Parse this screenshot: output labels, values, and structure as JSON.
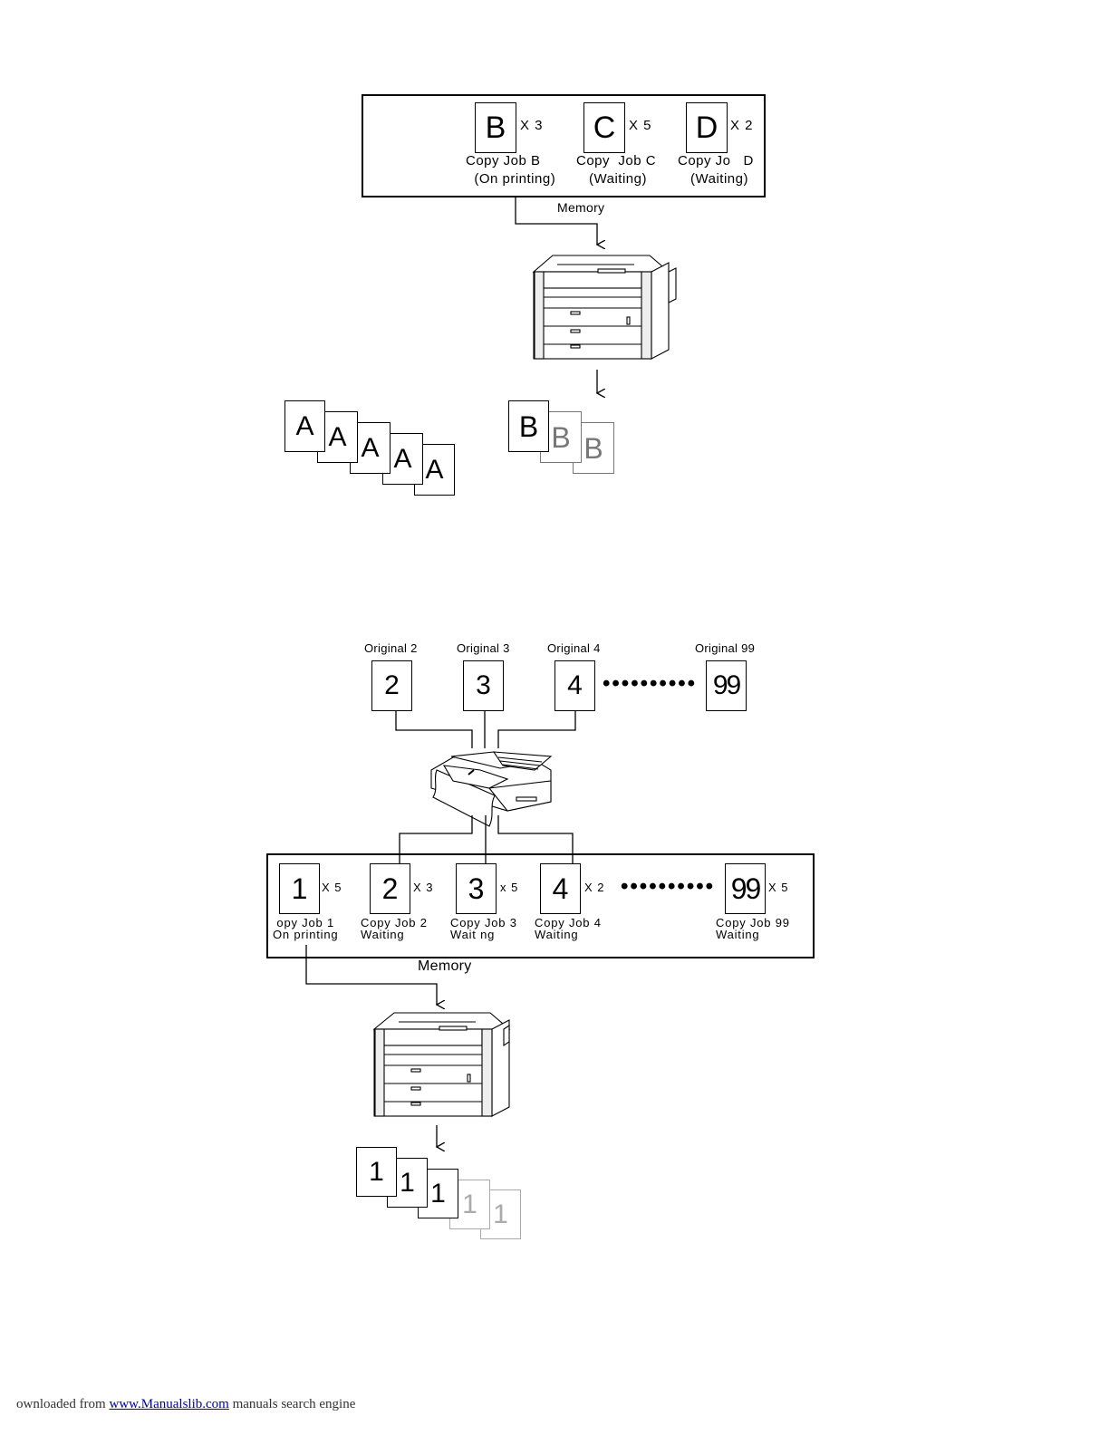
{
  "top": {
    "jobs": [
      {
        "letter": "B",
        "multiplier": "X 3",
        "caption": "Copy Job B\n  (On printing)"
      },
      {
        "letter": "C",
        "multiplier": "X 5",
        "caption": "Copy  Job C\n   (Waiting)"
      },
      {
        "letter": "D",
        "multiplier": "X 2",
        "caption": "Copy Jo   D\n   (Waiting)"
      }
    ],
    "memory_label": "Memory",
    "output_left": [
      "A",
      "A",
      "A",
      "A",
      "A"
    ],
    "output_right": [
      "B",
      "B",
      "B"
    ]
  },
  "bottom": {
    "originals": [
      {
        "label": "Original 2",
        "number": "2"
      },
      {
        "label": "Original 3",
        "number": "3"
      },
      {
        "label": "Original 4",
        "number": "4"
      },
      {
        "label": "Original 99",
        "number": "99"
      }
    ],
    "dots": "••••••••••",
    "jobs": [
      {
        "number": "1",
        "multiplier": "X 5",
        "caption": " opy Job 1\nOn printing"
      },
      {
        "number": "2",
        "multiplier": "X 3",
        "caption": "Copy Job 2\nWaiting"
      },
      {
        "number": "3",
        "multiplier": "x 5",
        "caption": "Copy Job 3\nWait ng"
      },
      {
        "number": "4",
        "multiplier": "X 2",
        "caption": "Copy Job 4\nWaiting"
      },
      {
        "number": "99",
        "multiplier": "X 5",
        "caption": "Copy Job 99\nWaiting"
      }
    ],
    "memory_label": "Memory",
    "output": [
      "1",
      "1",
      "1",
      "1",
      "1"
    ]
  },
  "footer": {
    "prefix": "ownloaded from ",
    "link": "www.Manualslib.com",
    "suffix": "  manuals search engine"
  }
}
